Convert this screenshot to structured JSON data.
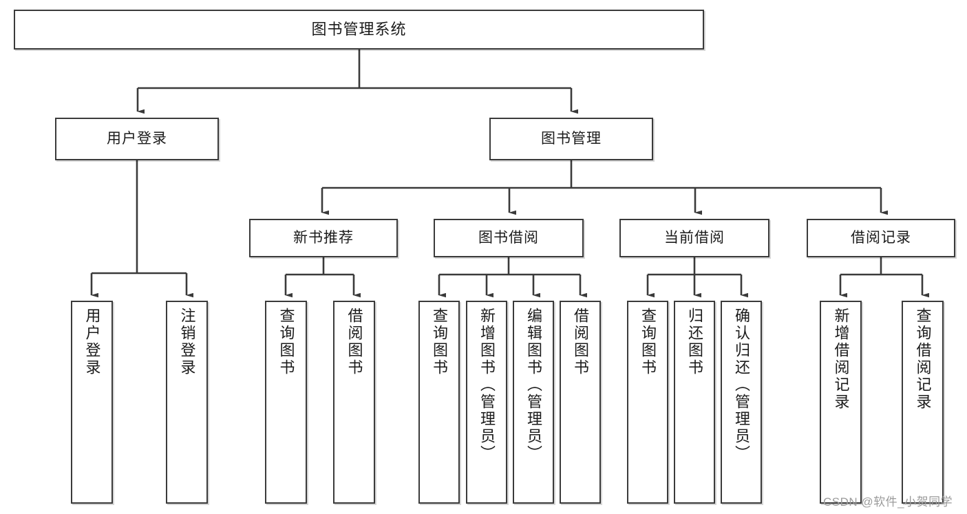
{
  "diagram": {
    "title": "图书管理系统",
    "type": "tree-hierarchy",
    "watermark": "CSDN @软件_小贺同学",
    "accent_color": "#3a3a3a",
    "background_color": "#ffffff"
  },
  "nodes": {
    "root": {
      "label": "图书管理系统",
      "level": 0
    },
    "user_login": {
      "label": "用户登录",
      "level": 1
    },
    "book_manage": {
      "label": "图书管理",
      "level": 1
    },
    "new_book_rec": {
      "label": "新书推荐",
      "level": 2
    },
    "book_borrow": {
      "label": "图书借阅",
      "level": 2
    },
    "current_borrow": {
      "label": "当前借阅",
      "level": 2
    },
    "borrow_record": {
      "label": "借阅记录",
      "level": 2
    },
    "leaf_user_login": {
      "label": "用户登录",
      "level": 3
    },
    "leaf_logout": {
      "label": "注销登录",
      "level": 3
    },
    "leaf_query_book_1": {
      "label": "查询图书",
      "level": 3
    },
    "leaf_borrow_book_1": {
      "label": "借阅图书",
      "level": 3
    },
    "leaf_query_book_2": {
      "label": "查询图书",
      "level": 3
    },
    "leaf_add_book": {
      "label": "新增图书（管理员）",
      "level": 3
    },
    "leaf_edit_book": {
      "label": "编辑图书（管理员）",
      "level": 3
    },
    "leaf_borrow_book_2": {
      "label": "借阅图书",
      "level": 3
    },
    "leaf_query_book_3": {
      "label": "查询图书",
      "level": 3
    },
    "leaf_return_book": {
      "label": "归还图书",
      "level": 3
    },
    "leaf_confirm_return": {
      "label": "确认归还（管理员）",
      "level": 3
    },
    "leaf_add_record": {
      "label": "新增借阅记录",
      "level": 3
    },
    "leaf_query_record": {
      "label": "查询借阅记录",
      "level": 3
    }
  },
  "edges": [
    {
      "from": "root",
      "to": "user_login"
    },
    {
      "from": "root",
      "to": "book_manage"
    },
    {
      "from": "user_login",
      "to": "leaf_user_login"
    },
    {
      "from": "user_login",
      "to": "leaf_logout"
    },
    {
      "from": "book_manage",
      "to": "new_book_rec"
    },
    {
      "from": "book_manage",
      "to": "book_borrow"
    },
    {
      "from": "book_manage",
      "to": "current_borrow"
    },
    {
      "from": "book_manage",
      "to": "borrow_record"
    },
    {
      "from": "new_book_rec",
      "to": "leaf_query_book_1"
    },
    {
      "from": "new_book_rec",
      "to": "leaf_borrow_book_1"
    },
    {
      "from": "book_borrow",
      "to": "leaf_query_book_2"
    },
    {
      "from": "book_borrow",
      "to": "leaf_add_book"
    },
    {
      "from": "book_borrow",
      "to": "leaf_edit_book"
    },
    {
      "from": "book_borrow",
      "to": "leaf_borrow_book_2"
    },
    {
      "from": "current_borrow",
      "to": "leaf_query_book_3"
    },
    {
      "from": "current_borrow",
      "to": "leaf_return_book"
    },
    {
      "from": "current_borrow",
      "to": "leaf_confirm_return"
    },
    {
      "from": "borrow_record",
      "to": "leaf_add_record"
    },
    {
      "from": "borrow_record",
      "to": "leaf_query_record"
    }
  ]
}
